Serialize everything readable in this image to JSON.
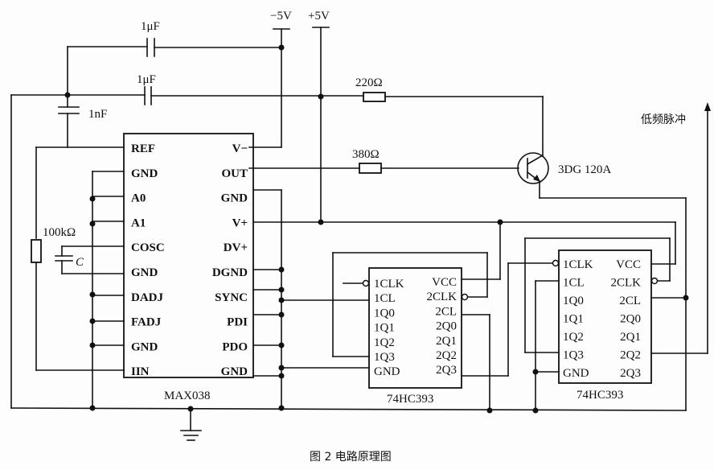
{
  "power": {
    "neg": "−5V",
    "pos": "+5V"
  },
  "components": {
    "c1": "1μF",
    "c2": "1μF",
    "c3": "1nF",
    "r1": "220Ω",
    "r2": "380Ω",
    "r3": "100kΩ",
    "cx": "C",
    "transistor": "3DG  120A",
    "output_label": "低频脉冲"
  },
  "max038": {
    "name": "MAX038",
    "left_pins": [
      "REF",
      "GND",
      "A0",
      "A1",
      "COSC",
      "GND",
      "DADJ",
      "FADJ",
      "GND",
      "IIN"
    ],
    "right_pins": [
      "V−",
      "OUT",
      "GND",
      "V+",
      "DV+",
      "DGND",
      "SYNC",
      "PDI",
      "PDO",
      "GND"
    ]
  },
  "counter1": {
    "name": "74HC393",
    "left_pins": [
      "1CLK",
      "1CL",
      "1Q0",
      "1Q1",
      "1Q2",
      "1Q3",
      "GND"
    ],
    "right_pins": [
      "VCC",
      "2CLK",
      "2CL",
      "2Q0",
      "2Q1",
      "2Q2",
      "2Q3"
    ]
  },
  "counter2": {
    "name": "74HC393",
    "left_pins": [
      "1CLK",
      "1CL",
      "1Q0",
      "1Q1",
      "1Q2",
      "1Q3",
      "GND"
    ],
    "right_pins": [
      "VCC",
      "2CLK",
      "2CL",
      "2Q0",
      "2Q1",
      "2Q2",
      "2Q3"
    ]
  },
  "caption": "图 2  电路原理图"
}
